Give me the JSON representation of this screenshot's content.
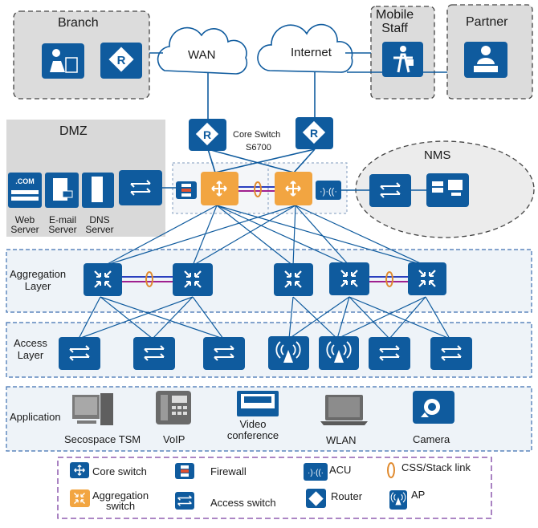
{
  "regions": {
    "branch": "Branch",
    "mobile_staff": "Mobile\nStaff",
    "partner": "Partner",
    "dmz": "DMZ",
    "nms": "NMS",
    "wan": "WAN",
    "internet": "Internet",
    "core_switch_label": "Core Switch",
    "core_switch_model": "S6700",
    "aggregation_layer": "Aggregation\nLayer",
    "access_layer": "Access\nLayer",
    "application": "Application"
  },
  "dmz_servers": [
    {
      "name": "Web\nServer",
      "icon": "web-server-icon",
      "badge": ".COM"
    },
    {
      "name": "E-mail\nServer",
      "icon": "email-server-icon"
    },
    {
      "name": "DNS\nServer",
      "icon": "dns-server-icon"
    }
  ],
  "applications": [
    {
      "name": "Secospace TSM",
      "icon": "tsm-server-icon"
    },
    {
      "name": "VoIP",
      "icon": "ip-phone-icon"
    },
    {
      "name": "Video\nconference",
      "icon": "video-conference-icon"
    },
    {
      "name": "WLAN",
      "icon": "laptop-icon"
    },
    {
      "name": "Camera",
      "icon": "camera-icon"
    }
  ],
  "legend": {
    "core_switch": "Core switch",
    "firewall": "Firewall",
    "acu": "ACU",
    "css_link": "CSS/Stack link",
    "aggregation_switch": "Aggregation\nswitch",
    "access_switch": "Access switch",
    "router": "Router",
    "ap": "AP"
  },
  "colors": {
    "device_blue": "#0f5b9e",
    "aggregation_orange": "#f2a541",
    "region_gray": "#d9d9d9",
    "layer_fill": "#eef3f8",
    "stack_link": "#e08a2e",
    "legend_border": "#7b3fa0"
  }
}
